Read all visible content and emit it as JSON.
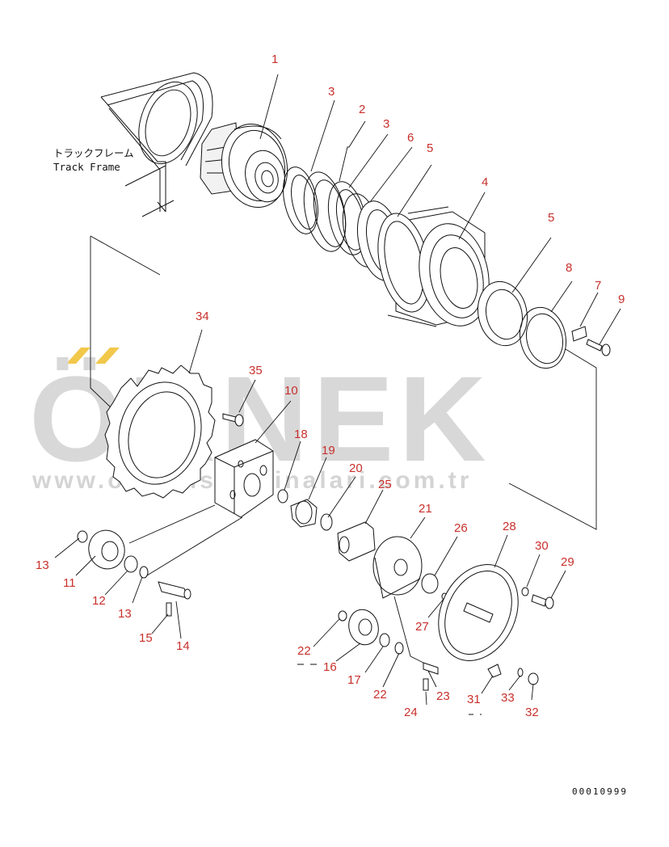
{
  "watermark": {
    "brand": "ÖRNEK",
    "url": "www.ornekismakinalari.com.tr",
    "accent_color": "#f2c84b",
    "text_color": "#d8d8d8"
  },
  "frame_label": {
    "jp": "トラックフレーム",
    "en": "Track Frame"
  },
  "doc_code": "00010999",
  "part_color": "#c8302c",
  "parts": [
    "1",
    "2",
    "3",
    "3",
    "4",
    "5",
    "5",
    "6",
    "7",
    "8",
    "9",
    "10",
    "11",
    "12",
    "13",
    "13",
    "14",
    "15",
    "16",
    "17",
    "18",
    "19",
    "20",
    "21",
    "22",
    "22",
    "23",
    "24",
    "25",
    "26",
    "27",
    "28",
    "29",
    "30",
    "31",
    "32",
    "33",
    "34",
    "35"
  ]
}
